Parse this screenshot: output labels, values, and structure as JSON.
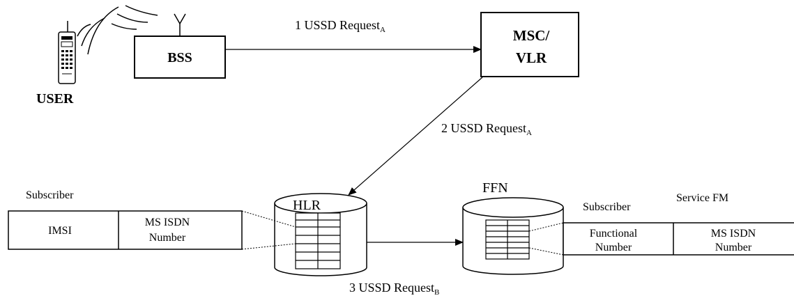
{
  "nodes": {
    "user": {
      "label": "USER"
    },
    "bss": {
      "label": "BSS"
    },
    "msc": {
      "line1": "MSC/",
      "line2": "VLR"
    },
    "hlr": {
      "label": "HLR"
    },
    "ffn": {
      "label": "FFN"
    }
  },
  "messages": [
    {
      "label": "1 USSD Request",
      "sub": "A"
    },
    {
      "label": "2 USSD Request",
      "sub": "A"
    },
    {
      "label": "3 USSD Request",
      "sub": "B"
    }
  ],
  "hlr_record": {
    "caption": "Subscriber",
    "field1": "IMSI",
    "field2_line1": "MS ISDN",
    "field2_line2": "Number"
  },
  "ffn_record": {
    "caption_left": "Subscriber",
    "caption_right": "Service FM",
    "field1_line1": "Functional",
    "field1_line2": "Number",
    "field2_line1": "MS ISDN",
    "field2_line2": "Number"
  },
  "icons": [
    "mobile-phone-icon",
    "radio-wave-icon",
    "antenna-icon",
    "database-cylinder-icon"
  ],
  "colors": {
    "stroke": "#000000",
    "background": "#ffffff"
  }
}
